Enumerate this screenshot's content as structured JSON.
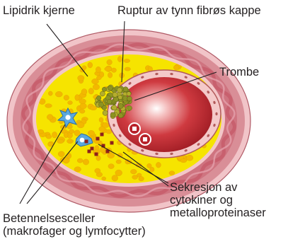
{
  "labels": {
    "lipid_core": "Lipidrik kjerne",
    "rupture": "Ruptur av tynn fibrøs kappe",
    "thrombus": "Trombe",
    "secretion_1": "Sekresjon av",
    "secretion_2": "cytokiner og",
    "secretion_3": "metalloproteinaser",
    "inflammatory_1": "Betennelsesceller",
    "inflammatory_2": "(makrofager og lymfocytter)"
  },
  "colors": {
    "outer_wall": "#d98e97",
    "wall_band": "#c8606e",
    "intima": "#f3c6c8",
    "lipid": "#f6e400",
    "lipid_blob": "#f3b800",
    "lumen": "#b8222a",
    "thrombus": "#8d9322",
    "cell_blue": "#5ba8de",
    "secretion": "#8e1f1b",
    "leader_line": "#231f20"
  }
}
